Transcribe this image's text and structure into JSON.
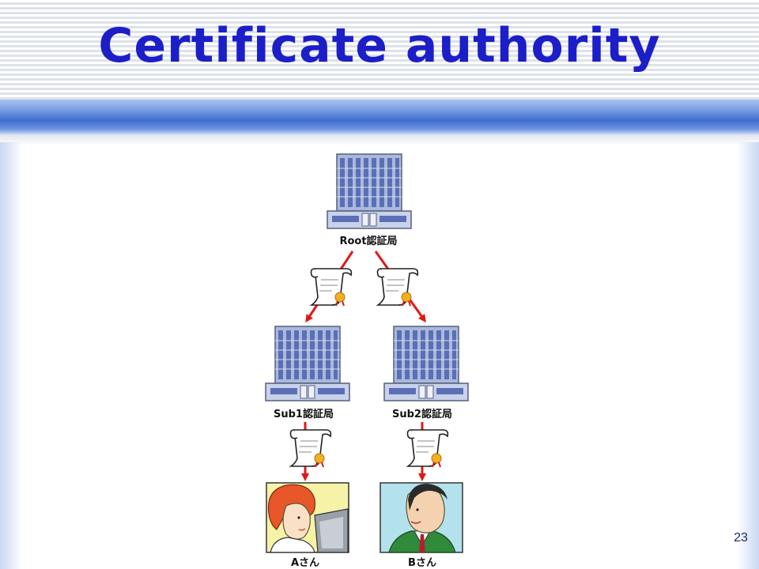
{
  "slide": {
    "title": "Certificate authority",
    "page_number": "23"
  },
  "diagram": {
    "nodes": [
      {
        "id": "root",
        "label": "Root認証局",
        "icon": "server-building-icon"
      },
      {
        "id": "sub1",
        "label": "Sub1認証局",
        "icon": "server-building-icon"
      },
      {
        "id": "sub2",
        "label": "Sub2認証局",
        "icon": "server-building-icon"
      },
      {
        "id": "user-a",
        "label": "Aさん",
        "icon": "woman-at-computer-icon"
      },
      {
        "id": "user-b",
        "label": "Bさん",
        "icon": "man-portrait-icon"
      }
    ],
    "edges": [
      {
        "from": "root",
        "to": "sub1",
        "carries": "certificate-scroll-icon"
      },
      {
        "from": "root",
        "to": "sub2",
        "carries": "certificate-scroll-icon"
      },
      {
        "from": "sub1",
        "to": "user-a",
        "carries": "certificate-scroll-icon"
      },
      {
        "from": "sub2",
        "to": "user-b",
        "carries": "certificate-scroll-icon"
      }
    ],
    "colors": {
      "title": "#1c1ec8",
      "arrow": "#e01818",
      "server_body": "#a9b8dc",
      "seal": "#f0b020"
    }
  }
}
